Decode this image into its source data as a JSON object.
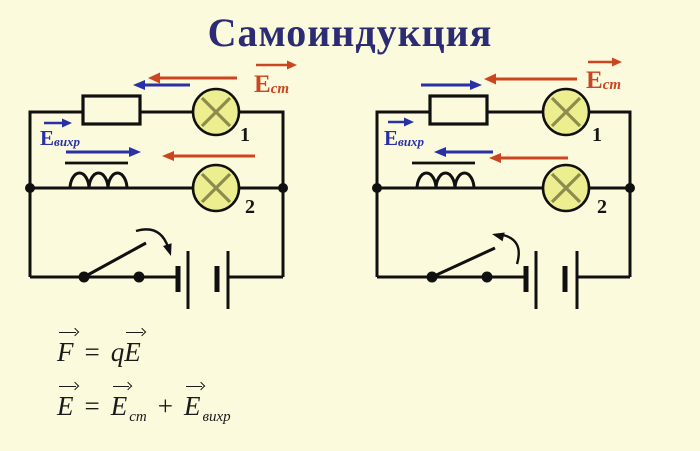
{
  "title": "Самоиндукция",
  "colors": {
    "background": "#FBFADC",
    "title_text": "#2B2C74",
    "wire": "#101010",
    "arrow_red": "#CC4521",
    "arrow_blue": "#2A30A5",
    "lamp_fill": "#EDEE8F",
    "lamp_cross": "#8C8C4E",
    "formula_text": "#1A1A1A"
  },
  "circuits": [
    {
      "name": "switch-closing",
      "e_st": {
        "main": "E",
        "sub": "ст"
      },
      "e_vihr": {
        "main": "E",
        "sub": "вихр"
      },
      "lamp1": "1",
      "lamp2": "2"
    },
    {
      "name": "switch-opening",
      "e_st": {
        "main": "E",
        "sub": "ст"
      },
      "e_vihr": {
        "main": "E",
        "sub": "вихр"
      },
      "lamp1": "1",
      "lamp2": "2"
    }
  ],
  "formulas": {
    "force": {
      "lhs": "F",
      "eq": "=",
      "coeff": "q",
      "field": "E"
    },
    "superposition": {
      "lhs": "E",
      "eq": "=",
      "t1": "E",
      "t1_sub": "ст",
      "op": "+",
      "t2": "E",
      "t2_sub": "вихр"
    }
  }
}
